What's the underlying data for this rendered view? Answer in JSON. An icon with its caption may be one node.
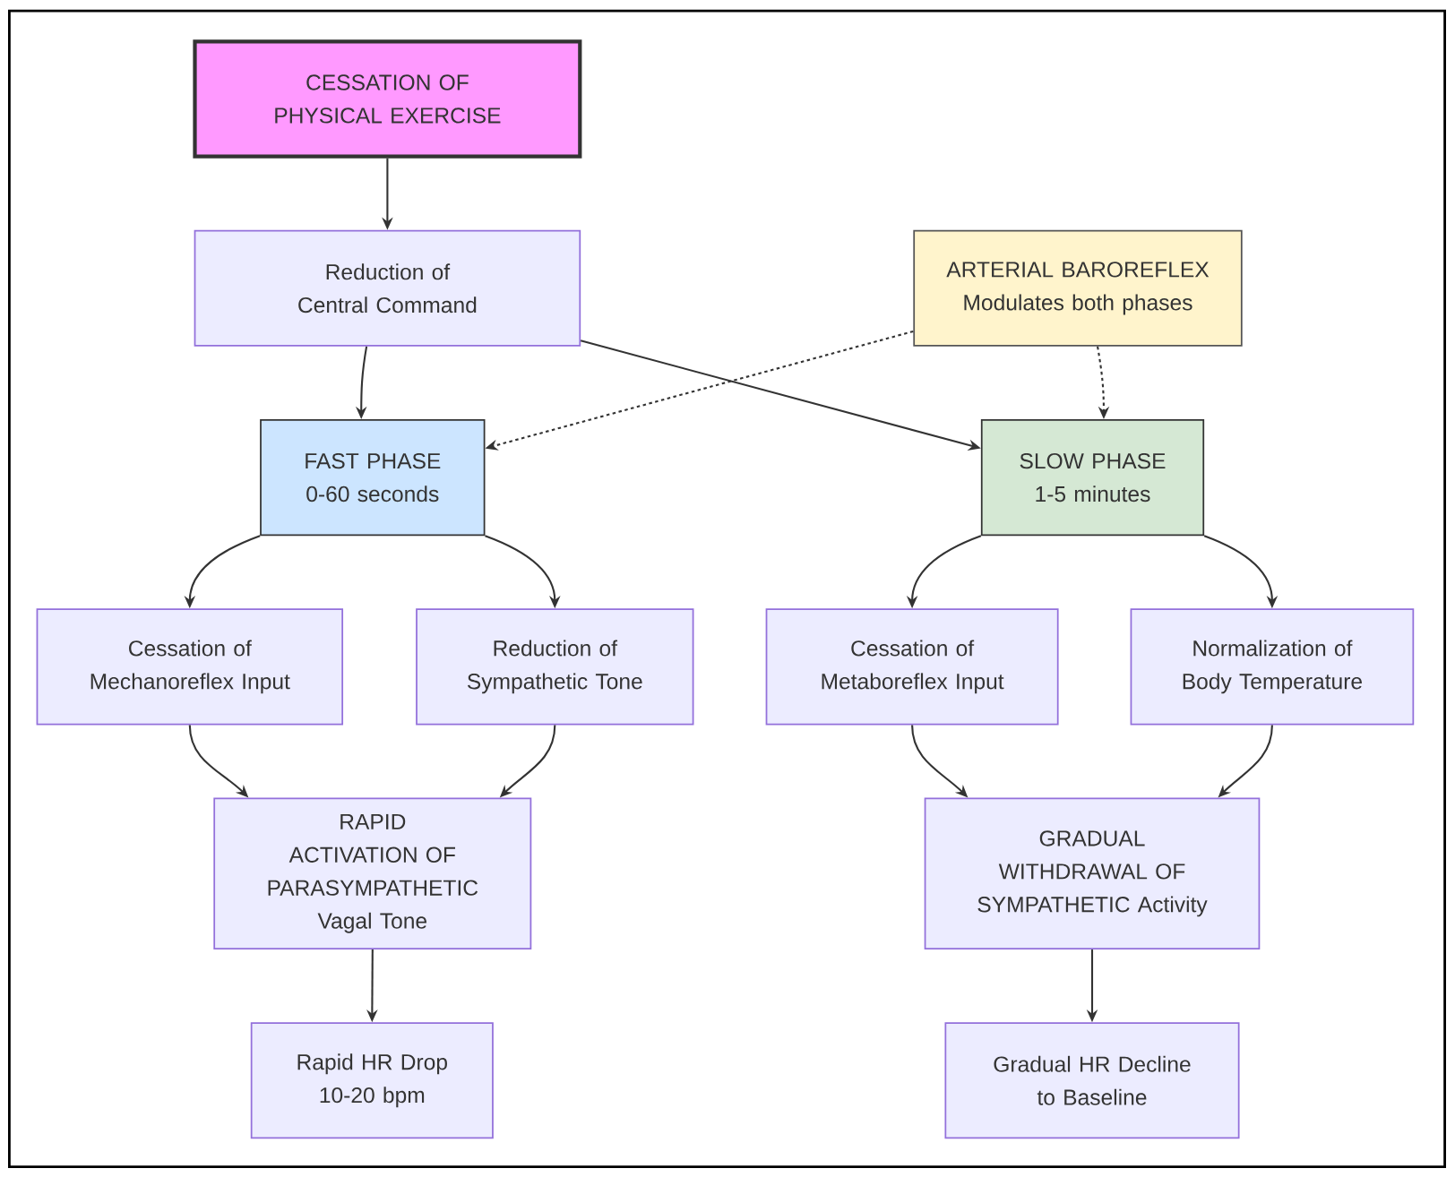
{
  "diagram": {
    "nodes": [
      {
        "text": [
          "CESSATION OF PHYSICAL EXERCISE"
        ]
      },
      {
        "text": [
          "Reduction of Central Command"
        ]
      },
      {
        "text": [
          "ARTERIAL BAROREFLEX",
          "Modulates both phases"
        ]
      },
      {
        "text": [
          "FAST PHASE",
          "0-60 seconds"
        ]
      },
      {
        "text": [
          "SLOW PHASE",
          "1-5 minutes"
        ]
      },
      {
        "text": [
          "Cessation of Mechanoreflex Input"
        ]
      },
      {
        "text": [
          "Reduction of Sympathetic Tone"
        ]
      },
      {
        "text": [
          "Cessation of Metaboreflex Input"
        ]
      },
      {
        "text": [
          "Normalization of Body Temperature"
        ]
      },
      {
        "text": [
          "RAPID ACTIVATION OF PARASYMPATHETIC Vagal Tone"
        ]
      },
      {
        "text": [
          "GRADUAL WITHDRAWAL OF SYMPATHETIC Activity"
        ]
      },
      {
        "text": [
          "Rapid HR Drop 10-20 bpm"
        ]
      },
      {
        "text": [
          "Gradual HR Decline to Baseline"
        ]
      }
    ],
    "edges": [
      {
        "from": 0,
        "to": 1,
        "arrow": "to"
      },
      {
        "from": 1,
        "to": 3,
        "arrow": "to"
      },
      {
        "from": 1,
        "to": 4,
        "arrow": "to"
      },
      {
        "from": 2,
        "to": 3,
        "arrow": "to",
        "style": "dashed"
      },
      {
        "from": 2,
        "to": 4,
        "arrow": "to",
        "style": "dashed"
      },
      {
        "from": 3,
        "to": 5,
        "arrow": "to"
      },
      {
        "from": 3,
        "to": 6,
        "arrow": "to"
      },
      {
        "from": 4,
        "to": 7,
        "arrow": "to"
      },
      {
        "from": 4,
        "to": 8,
        "arrow": "to"
      },
      {
        "from": 5,
        "to": 9,
        "arrow": "to"
      },
      {
        "from": 6,
        "to": 9,
        "arrow": "to"
      },
      {
        "from": 7,
        "to": 10,
        "arrow": "to"
      },
      {
        "from": 8,
        "to": 10,
        "arrow": "to"
      },
      {
        "from": 9,
        "to": 11,
        "arrow": "to"
      },
      {
        "from": 10,
        "to": 12,
        "arrow": "to"
      }
    ]
  }
}
